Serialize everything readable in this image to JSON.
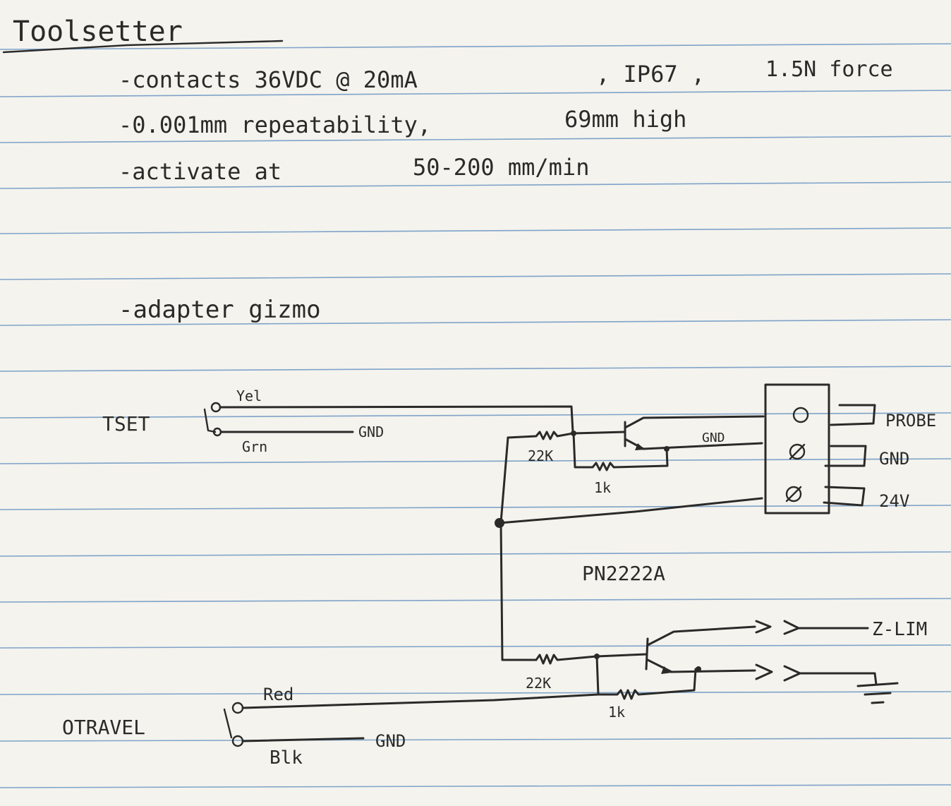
{
  "title": "Toolsetter",
  "notes": [
    "-contacts 36VDC @ 20mA",
    ", IP67 ,",
    "1.5N force",
    "-0.001mm repeatability,",
    "69mm high",
    "-activate at",
    "50-200 mm/min",
    "-adapter gizmo"
  ],
  "schematic": {
    "tset_label": "TSET",
    "yel_label": "Yel",
    "grn_label": "Grn",
    "gnd_label_top": "GND",
    "r22k_top": "22K",
    "r1k_top": "1k",
    "gnd_wire_label": "GND",
    "connector_labels": [
      "PROBE",
      "GND",
      "24V"
    ],
    "transistor_label": "PN2222A",
    "output_top": "Z-LIM",
    "r22k_bottom": "22K",
    "r1k_bottom": "1k",
    "otravel_label": "OTRAVEL",
    "red_label": "Red",
    "blk_label": "Blk",
    "gnd_label_bottom": "GND"
  },
  "colors": {
    "ink": "#2b2a28",
    "paper": "#f4f3ee",
    "rule": "#7fa3c8"
  }
}
